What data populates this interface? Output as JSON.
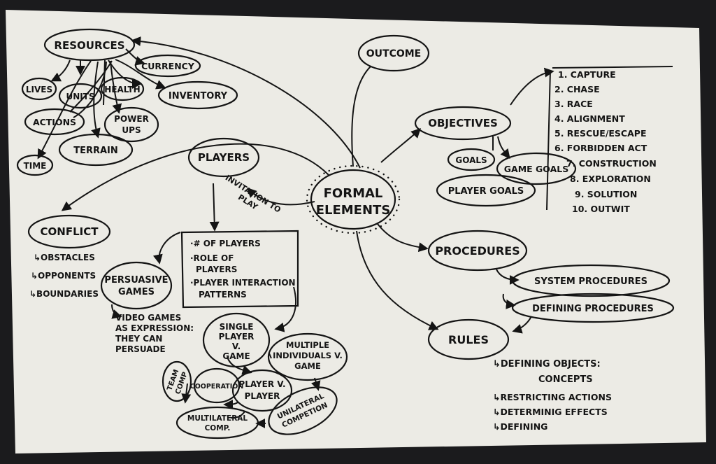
{
  "diagram": {
    "center": {
      "line1": "FORMAL",
      "line2": "ELEMENTS"
    },
    "resources": {
      "title": "RESOURCES",
      "items": {
        "currency": "CURRENCY",
        "lives": "LIVES",
        "units": "UNITS",
        "health": "HEALTH",
        "inventory": "INVENTORY",
        "actions": "ACTIONS",
        "power_ups_line1": "POWER",
        "power_ups_line2": "UPS",
        "terrain": "TERRAIN",
        "time": "TIME"
      }
    },
    "outcome": "OUTCOME",
    "objectives": {
      "title": "OBJECTIVES",
      "goals": "GOALS",
      "game_goals": "GAME GOALS",
      "player_goals": "PLAYER GOALS",
      "list": [
        "1. CAPTURE",
        "2. CHASE",
        "3. RACE",
        "4. ALIGNMENT",
        "5. RESCUE/ESCAPE",
        "6. FORBIDDEN ACT",
        "7. CONSTRUCTION",
        "8. EXPLORATION",
        "9. SOLUTION",
        "10. OUTWIT"
      ]
    },
    "players": {
      "title": "PLAYERS",
      "invitation_line1": "INVITATION TO",
      "invitation_line2": "PLAY",
      "box": {
        "line1": "·# OF PLAYERS",
        "line2": "·ROLE OF",
        "line3": "PLAYERS",
        "line4": "·PLAYER INTERACTION",
        "line5": "PATTERNS"
      },
      "patterns": {
        "single_line1": "SINGLE",
        "single_line2": "PLAYER",
        "single_line3": "V.",
        "single_line4": "GAME",
        "multiple_line1": "MULTIPLE",
        "multiple_line2": "INDIVIDUALS V.",
        "multiple_line3": "GAME",
        "team_line1": "TEAM",
        "team_line2": "COMP",
        "cooperation": "COOPERATION",
        "pvp_line1": "PLAYER V.",
        "pvp_line2": "PLAYER",
        "unilateral_line1": "UNILATERAL",
        "unilateral_line2": "COMPETION",
        "multilateral_line1": "MULTILATERAL",
        "multilateral_line2": "COMP."
      }
    },
    "conflict": {
      "title": "CONFLICT",
      "items": [
        "↳OBSTACLES",
        "↳OPPONENTS",
        "↳BOUNDARIES"
      ]
    },
    "persuasive": {
      "line1": "PERSUASIVE",
      "line2": "GAMES",
      "note_line1": "VIDEO GAMES",
      "note_line2": "AS EXPRESSION:",
      "note_line3": "THEY CAN",
      "note_line4": "PERSUADE"
    },
    "procedures": {
      "title": "PROCEDURES",
      "system": "SYSTEM PROCEDURES",
      "defining": "DEFINING PROCEDURES"
    },
    "rules": {
      "title": "RULES",
      "items": [
        "↳DEFINING OBJECTS:",
        "CONCEPTS",
        "↳RESTRICTING ACTIONS",
        "↳DETERMINIG EFFECTS",
        "↳DEFINING"
      ]
    }
  }
}
